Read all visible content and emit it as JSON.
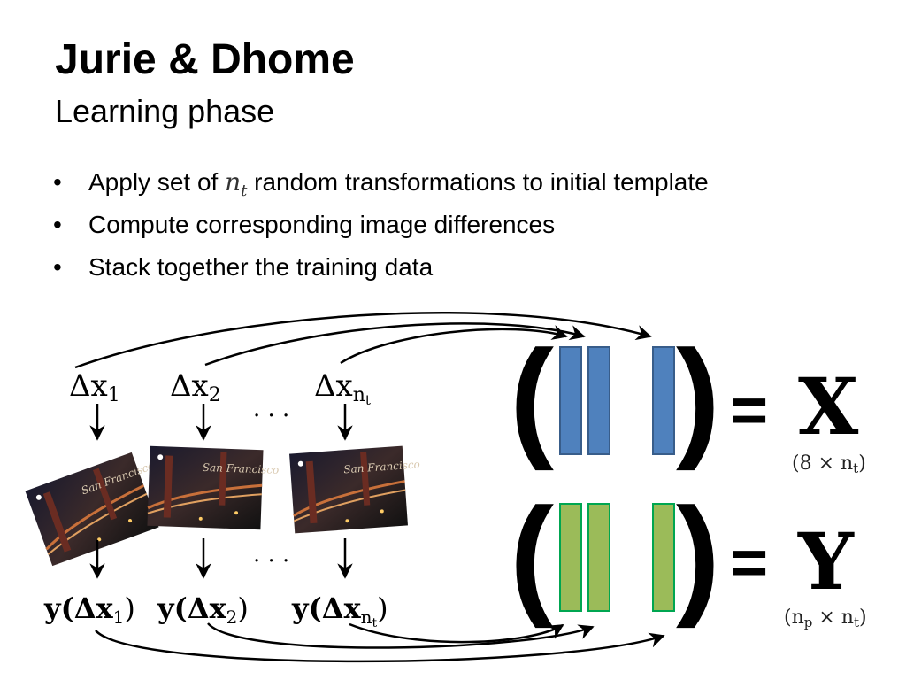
{
  "slide": {
    "title": "Jurie & Dhome",
    "subtitle": "Learning phase"
  },
  "bullets": [
    {
      "before": "Apply set of ",
      "math": "n",
      "math_sub": "t",
      "after": " random transformations to initial template"
    },
    {
      "before": "Compute corresponding image differences"
    },
    {
      "before": "Stack together the training data"
    }
  ],
  "diagram": {
    "bullet_glyph": "•",
    "delta_x": [
      {
        "main": "Δx",
        "sub": "1"
      },
      {
        "main": "Δx",
        "sub": "2"
      },
      {
        "main": "Δx",
        "sub": "n",
        "subsub": "t"
      }
    ],
    "y_labels": [
      {
        "prefix": "y(Δx",
        "sub": "1",
        "suffix": ")"
      },
      {
        "prefix": "y(Δx",
        "sub": "2",
        "suffix": ")"
      },
      {
        "prefix": "y(Δx",
        "sub": "n",
        "subsub": "t",
        "suffix": ")"
      }
    ],
    "ellipsis": "· · ·",
    "left_paren": "(",
    "right_paren": ")",
    "equals": "=",
    "matrix_x": {
      "symbol": "X",
      "dims": "(8 × n",
      "dims_sub": "t",
      "dims_close": ")"
    },
    "matrix_y": {
      "symbol": "Y",
      "dims": "(n",
      "dims_sub1": "p",
      "dims_mid": " × n",
      "dims_sub2": "t",
      "dims_close": ")"
    },
    "photo_caption": "San Francisco",
    "colors": {
      "x_bar_fill": "#4f81bd",
      "x_bar_stroke": "#385d8a",
      "y_bar_fill": "#9bbb59",
      "y_bar_stroke": "#00a651"
    }
  }
}
